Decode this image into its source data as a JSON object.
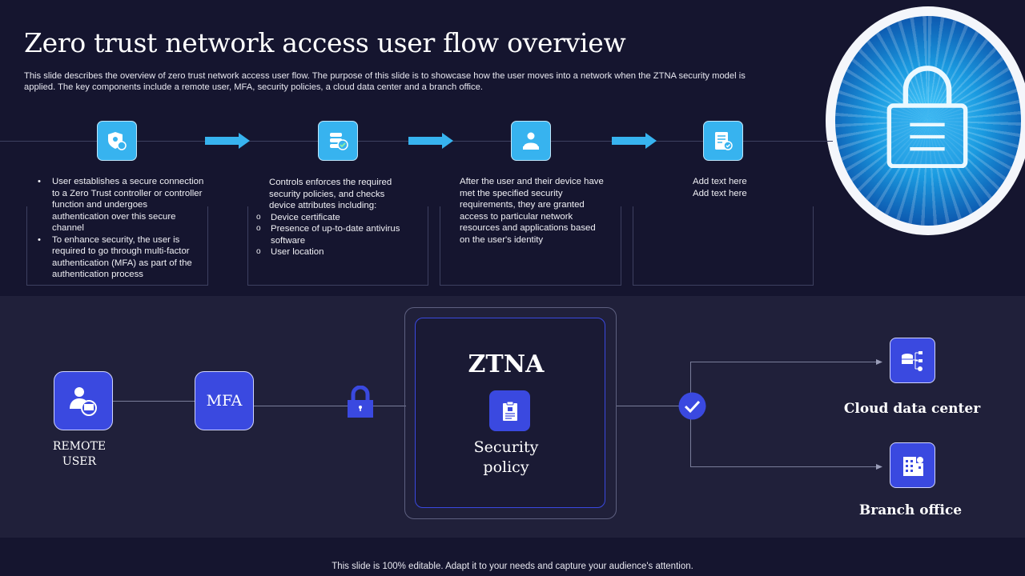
{
  "title": "Zero trust network access user flow overview",
  "description": "This slide describes the overview of zero trust network access user flow. The purpose of this slide is to showcase how the user moves into a network when the ZTNA  security model is applied. The key components include a remote user, MFA,  security policies, a cloud data center and a branch office.",
  "steps": [
    {
      "icon": "shield-gear-lock-icon",
      "bullets": [
        "User establishes a secure connection to a Zero Trust controller or controller function and undergoes authentication over this secure channel",
        "To enhance security, the user is required to go through multi-factor authentication (MFA)  as part of the authentication process"
      ]
    },
    {
      "icon": "database-check-icon",
      "intro": "Controls enforces the required security policies, and checks device attributes including:",
      "subitems": [
        "Device certificate",
        "Presence of up-to-date antivirus software",
        "User location"
      ]
    },
    {
      "icon": "user-id-icon",
      "text": "After  the user and their device have met the specified security requirements, they are granted access to particular network resources and applications based on the user's identity"
    },
    {
      "icon": "checklist-icon",
      "lines": [
        "Add text here",
        "Add text here"
      ]
    }
  ],
  "flow": {
    "remote_user": "REMOTE\nUSER",
    "mfa": "MFA",
    "ztna": "ZTNA",
    "security_policy": "Security\npolicy",
    "cloud": "Cloud data center",
    "branch": "Branch office"
  },
  "colors": {
    "accent_blue": "#37b3ef",
    "node_blue": "#3a49e0",
    "background": "#15152f",
    "band": "#20203a"
  },
  "footer": "This slide is 100% editable. Adapt it to your needs and capture your audience's attention."
}
